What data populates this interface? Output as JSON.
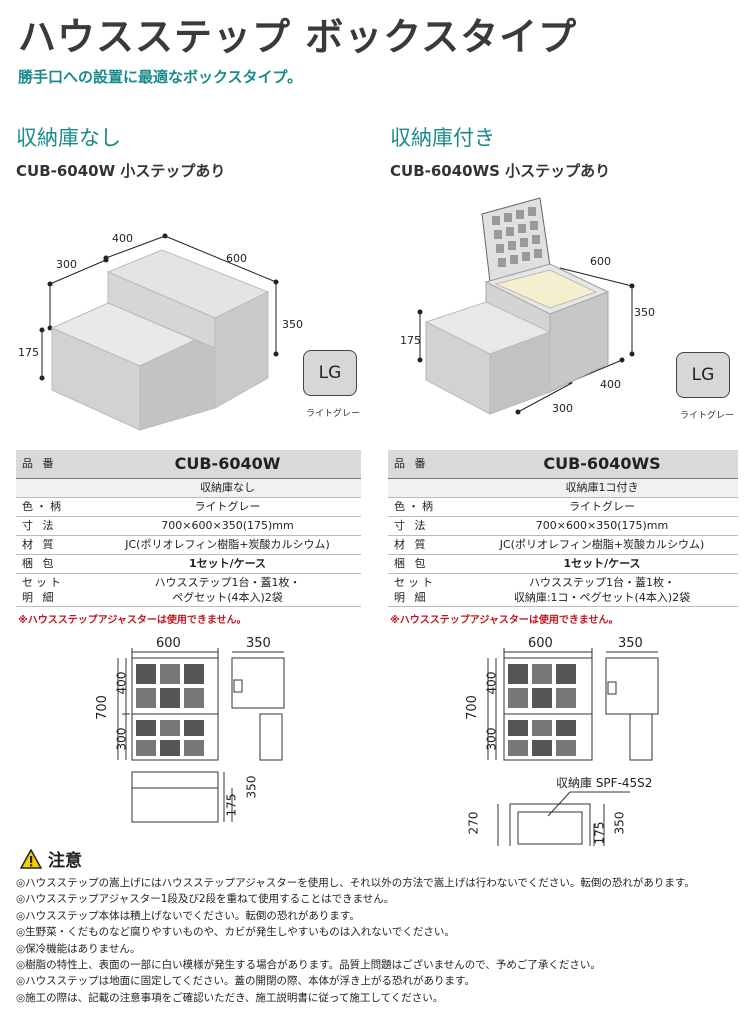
{
  "header": {
    "title": "ハウスステップ ボックスタイプ",
    "subtitle": "勝手口への設置に最適なボックスタイプ。"
  },
  "left": {
    "section": "収納庫なし",
    "model_line": "CUB-6040W 小ステップあり",
    "dims": {
      "d400": "400",
      "d300": "300",
      "d600": "600",
      "d350": "350",
      "d175": "175"
    },
    "badge": "LG",
    "badge_caption": "ライトグレー",
    "spec": {
      "label_model": "品 番",
      "model": "CUB-6040W",
      "model_sub": "収納庫なし",
      "label_color": "色・柄",
      "color": "ライトグレー",
      "label_size": "寸 法",
      "size": "700×600×350(175)mm",
      "label_material": "材 質",
      "material": "JC(ポリオレフィン樹脂+炭酸カルシウム)",
      "label_pack": "梱 包",
      "pack": "1セット/ケース",
      "label_set1": "セット",
      "label_set2": "明 細",
      "set1": "ハウスステップ1台・蓋1枚・",
      "set2": "ペグセット(4本入)2袋"
    },
    "note": "※ハウスステップアジャスターは使用できません。",
    "drawing": {
      "w600": "600",
      "w350": "350",
      "h700": "700",
      "h400": "400",
      "h300": "300",
      "h350": "350",
      "h175": "175"
    }
  },
  "right": {
    "section": "収納庫付き",
    "model_line": "CUB-6040WS 小ステップあり",
    "dims": {
      "d600": "600",
      "d350": "350",
      "d175": "175",
      "d400": "400",
      "d300": "300"
    },
    "badge": "LG",
    "badge_caption": "ライトグレー",
    "spec": {
      "label_model": "品 番",
      "model": "CUB-6040WS",
      "model_sub": "収納庫1コ付き",
      "label_color": "色・柄",
      "color": "ライトグレー",
      "label_size": "寸 法",
      "size": "700×600×350(175)mm",
      "label_material": "材 質",
      "material": "JC(ポリオレフィン樹脂+炭酸カルシウム)",
      "label_pack": "梱 包",
      "pack": "1セット/ケース",
      "label_set1": "セット",
      "label_set2": "明 細",
      "set1": "ハウスステップ1台・蓋1枚・",
      "set2": "収納庫:1コ・ペグセット(4本入)2袋"
    },
    "note": "※ハウスステップアジャスターは使用できません。",
    "drawing": {
      "w600": "600",
      "w350": "350",
      "h700": "700",
      "h400": "400",
      "h300": "300",
      "storage_label": "収納庫 SPF-45S2",
      "h270": "270",
      "h175": "175",
      "h350": "350"
    }
  },
  "caution": {
    "heading": "注意",
    "items": [
      "◎ハウスステップの嵩上げにはハウスステップアジャスターを使用し、それ以外の方法で嵩上げは行わないでください。転倒の恐れがあります。",
      "◎ハウスステップアジャスター1段及び2段を重ねて使用することはできません。",
      "◎ハウスステップ本体は積上げないでください。転倒の恐れがあります。",
      "◎生野菜・くだものなど腐りやすいものや、カビが発生しやすいものは入れないでください。",
      "◎保冷機能はありません。",
      "◎樹脂の特性上、表面の一部に白い模様が発生する場合があります。品質上問題はございませんので、予めご了承ください。",
      "◎ハウスステップは地面に固定してください。蓋の開閉の際、本体が浮き上がる恐れがあります。",
      "◎施工の際は、記載の注意事項をご確認いただき、施工説明書に従って施工してください。"
    ]
  }
}
